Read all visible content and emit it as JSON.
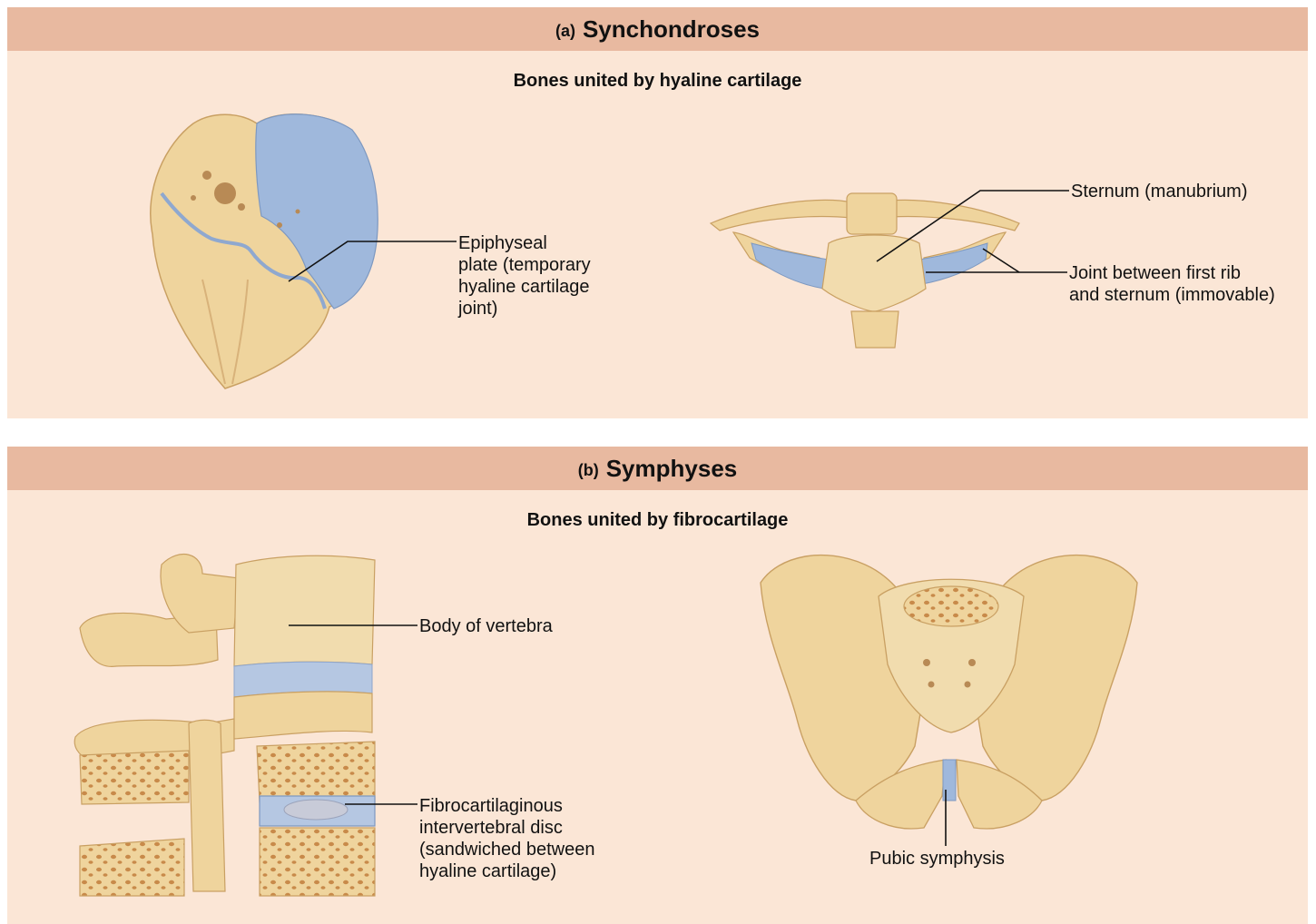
{
  "panel_a": {
    "letter": "(a)",
    "title": "Synchondroses",
    "subtitle": "Bones united by hyaline cartilage",
    "labels": {
      "epiphyseal": [
        "Epiphyseal",
        "plate (temporary",
        "hyaline cartilage",
        "joint)"
      ],
      "sternum": "Sternum (manubrium)",
      "first_rib_joint": [
        "Joint between first rib",
        "and sternum (immovable)"
      ]
    }
  },
  "panel_b": {
    "letter": "(b)",
    "title": "Symphyses",
    "subtitle": "Bones united by fibrocartilage",
    "labels": {
      "vertebra_body": "Body of vertebra",
      "disc": [
        "Fibrocartilaginous",
        "intervertebral disc",
        "(sandwiched between",
        "hyaline cartilage)"
      ],
      "pubic": "Pubic symphysis"
    }
  },
  "colors": {
    "header": "#e8b9a0",
    "panel_bg": "#fbe6d6",
    "bone": "#efd49d",
    "bone_shadow": "#c9a063",
    "hyaline": "#9fb8dc",
    "spongy": "#c88a4a"
  }
}
